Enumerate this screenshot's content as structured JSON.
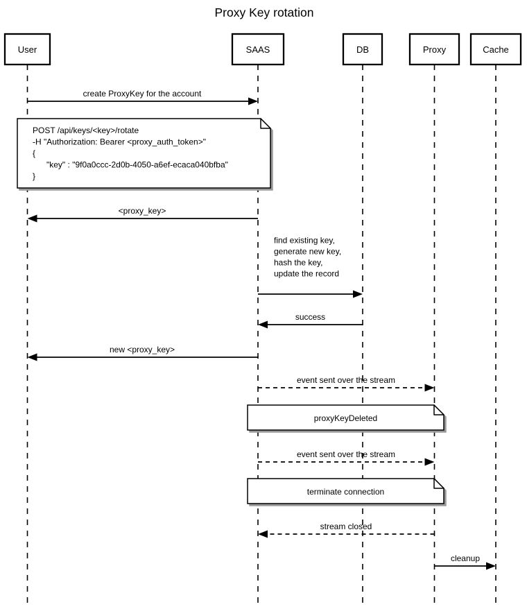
{
  "title": "Proxy Key rotation",
  "colors": {
    "background": "#ffffff",
    "line": "#000000",
    "note_fill": "#ffffff",
    "note_shadow": "#999999"
  },
  "actors": [
    {
      "label": "User"
    },
    {
      "label": "SAAS"
    },
    {
      "label": "DB"
    },
    {
      "label": "Proxy"
    },
    {
      "label": "Cache"
    }
  ],
  "messages": [
    {
      "label": "create ProxyKey for the account",
      "from": "User",
      "to": "SAAS",
      "line": "solid"
    },
    {
      "label": "<proxy_key>",
      "from": "SAAS",
      "to": "User",
      "line": "solid"
    },
    {
      "lines": [
        "find existing key,",
        "generate new key,",
        "hash the key,",
        "update the record"
      ],
      "from": "SAAS",
      "to": "DB",
      "line": "solid"
    },
    {
      "label": "success",
      "from": "DB",
      "to": "SAAS",
      "line": "solid"
    },
    {
      "label": "new <proxy_key>",
      "from": "SAAS",
      "to": "User",
      "line": "solid"
    },
    {
      "label": "event sent over the stream",
      "from": "SAAS",
      "to": "Proxy",
      "line": "dashed"
    },
    {
      "label": "event sent over the stream",
      "from": "SAAS",
      "to": "Proxy",
      "line": "dashed"
    },
    {
      "label": "stream closed",
      "from": "Proxy",
      "to": "SAAS",
      "line": "dashed"
    },
    {
      "label": "cleanup",
      "from": "Proxy",
      "to": "Cache",
      "line": "solid"
    }
  ],
  "notes": [
    {
      "lines": [
        "POST /api/keys/<key>/rotate",
        "-H \"Authorization: Bearer <proxy_auth_token>\"",
        "{",
        "\"key\" : \"9f0a0ccc-2d0b-4050-a6ef-ecaca040bfba\"",
        "}"
      ],
      "over": "User, SAAS"
    },
    {
      "label": "proxyKeyDeleted",
      "over": "SAAS, Proxy"
    },
    {
      "label": "terminate connection",
      "over": "SAAS, Proxy"
    }
  ]
}
